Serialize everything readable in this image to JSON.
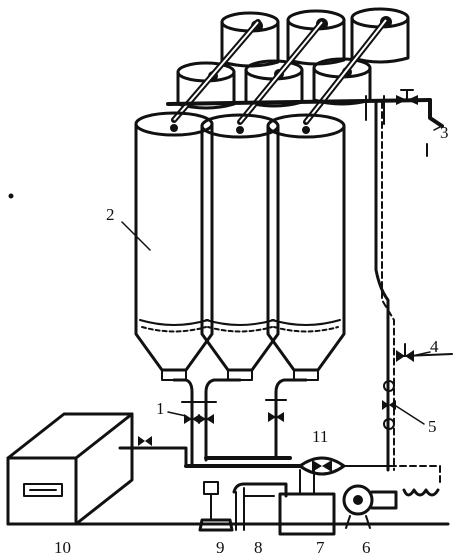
{
  "diagram": {
    "labels": {
      "l1": "1",
      "l2": "2",
      "l3": "3",
      "l4": "4",
      "l5": "5",
      "l6": "6",
      "l7": "7",
      "l8": "8",
      "l9": "9",
      "l10": "10",
      "l11": "11"
    }
  }
}
